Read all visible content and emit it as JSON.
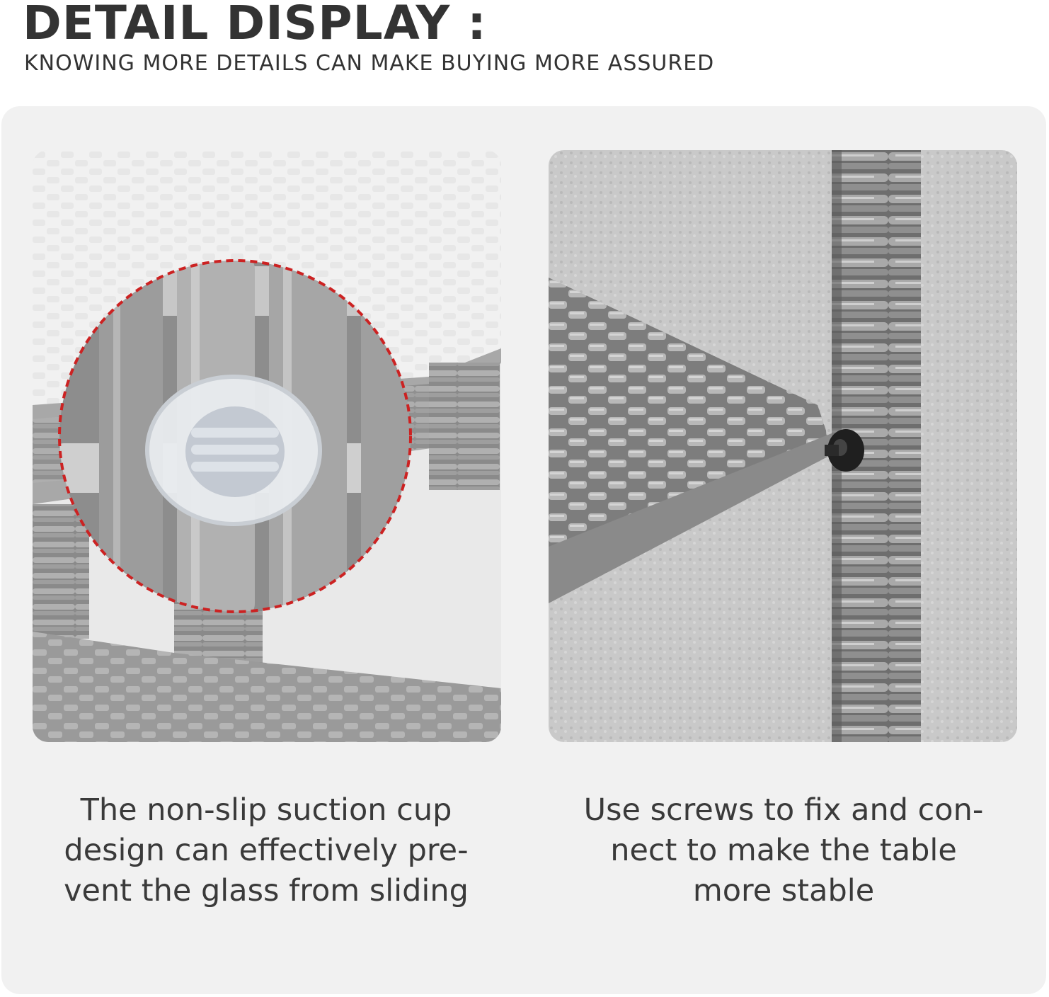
{
  "header": {
    "title": "DETAIL DISPLAY :",
    "subtitle": "KNOWING MORE DETAILS CAN MAKE BUYING MORE ASSURED"
  },
  "details": [
    {
      "image": "wicker-table-corner-with-suction-cup-magnified",
      "caption_lines": [
        "The non-slip suction cup",
        "design can effectively pre-",
        "vent the glass from sliding"
      ]
    },
    {
      "image": "wicker-table-leg-with-screw-connection",
      "caption_lines": [
        "Use screws to fix and con-",
        "nect to make the table",
        "more stable"
      ]
    }
  ],
  "colors": {
    "text": "#333333",
    "panel_bg": "#f1f1f1",
    "magnifier_outline": "#cc2222"
  }
}
